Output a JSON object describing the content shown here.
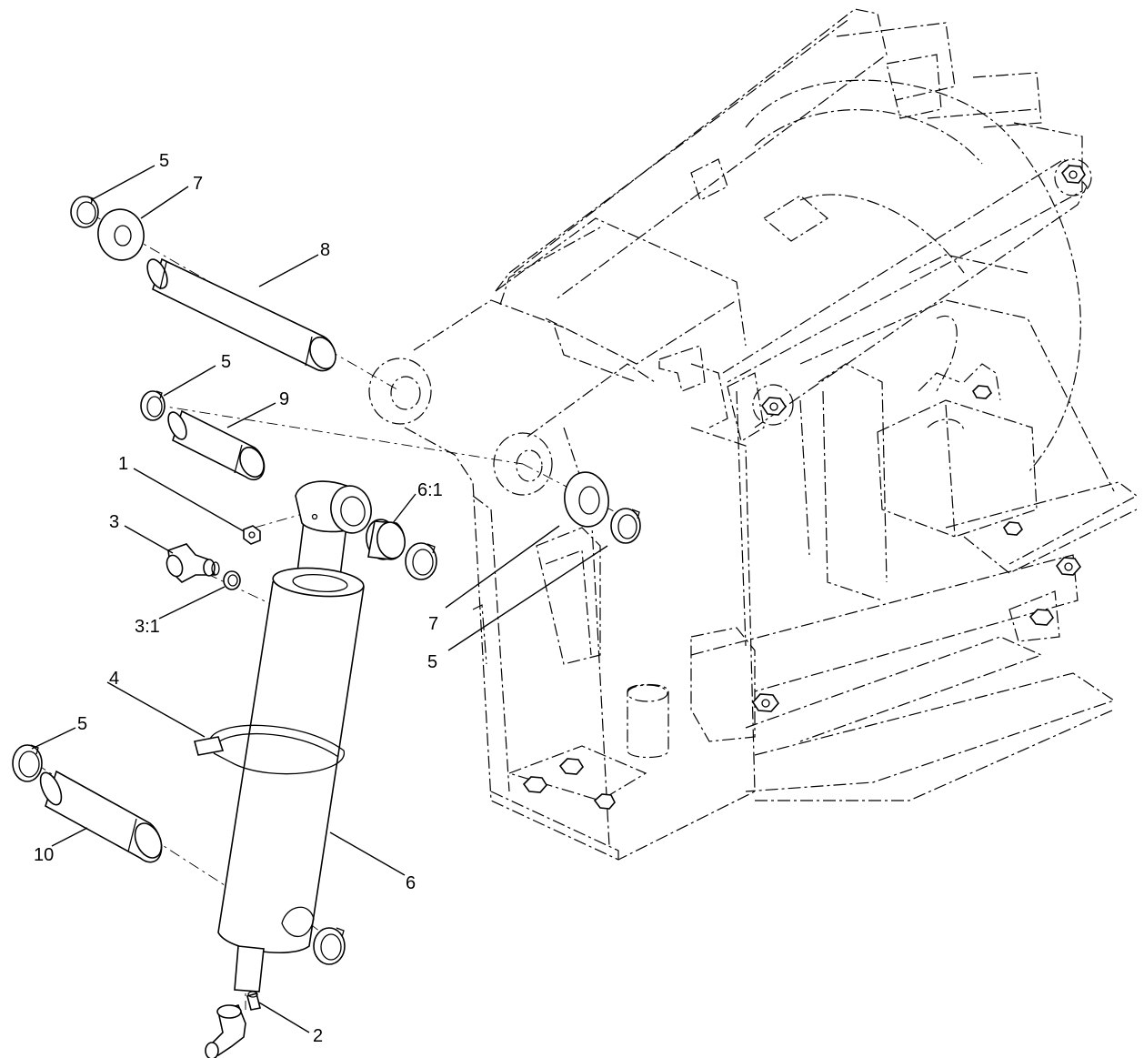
{
  "callouts": [
    {
      "id": "c-5-top",
      "label": "5"
    },
    {
      "id": "c-7-top",
      "label": "7"
    },
    {
      "id": "c-8",
      "label": "8"
    },
    {
      "id": "c-5-mid",
      "label": "5"
    },
    {
      "id": "c-9",
      "label": "9"
    },
    {
      "id": "c-1",
      "label": "1"
    },
    {
      "id": "c-6-1",
      "label": "6:1"
    },
    {
      "id": "c-3",
      "label": "3"
    },
    {
      "id": "c-3-1",
      "label": "3:1"
    },
    {
      "id": "c-7-right",
      "label": "7"
    },
    {
      "id": "c-5-right",
      "label": "5"
    },
    {
      "id": "c-4",
      "label": "4"
    },
    {
      "id": "c-5-low",
      "label": "5"
    },
    {
      "id": "c-10",
      "label": "10"
    },
    {
      "id": "c-6",
      "label": "6"
    },
    {
      "id": "c-2",
      "label": "2"
    }
  ]
}
